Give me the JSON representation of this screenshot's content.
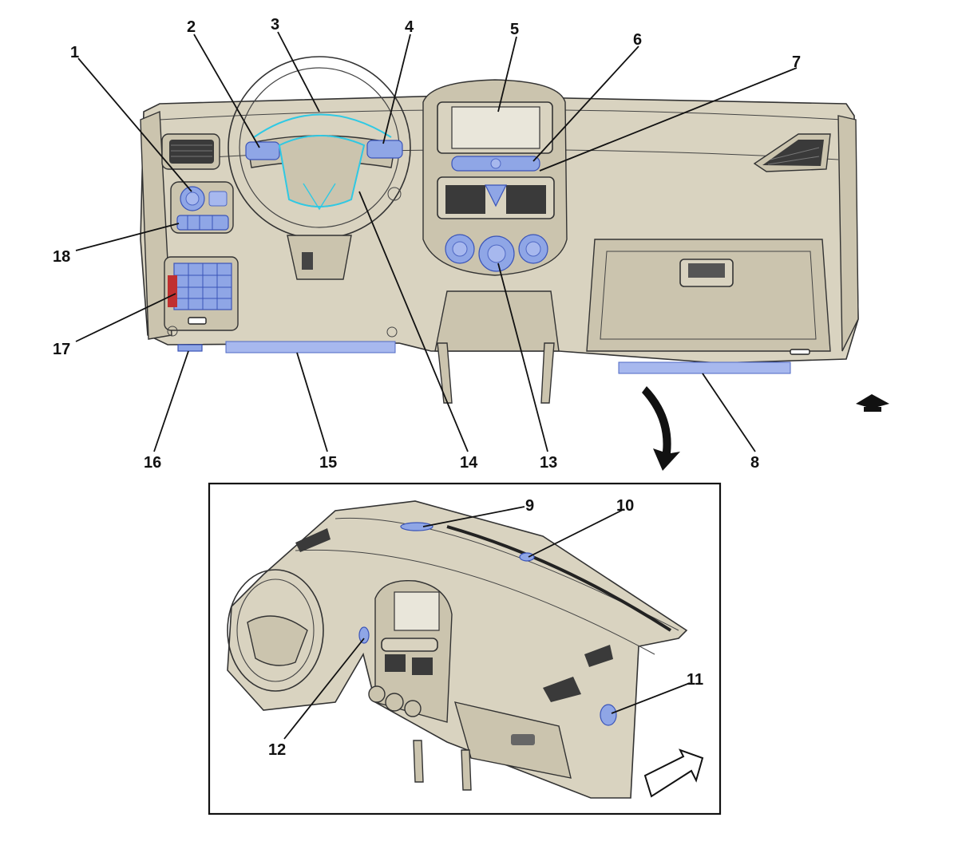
{
  "diagram": {
    "callouts_main": [
      "1",
      "2",
      "3",
      "4",
      "5",
      "6",
      "7",
      "8",
      "13",
      "14",
      "15",
      "16",
      "17",
      "18"
    ],
    "callouts_inset": [
      "9",
      "10",
      "11",
      "12"
    ],
    "icons": [
      "instrument-panel-main-view",
      "instrument-panel-inset-view",
      "view-direction-arrow-icon",
      "forward-direction-arrow-icon",
      "vehicle-front-icon"
    ]
  }
}
